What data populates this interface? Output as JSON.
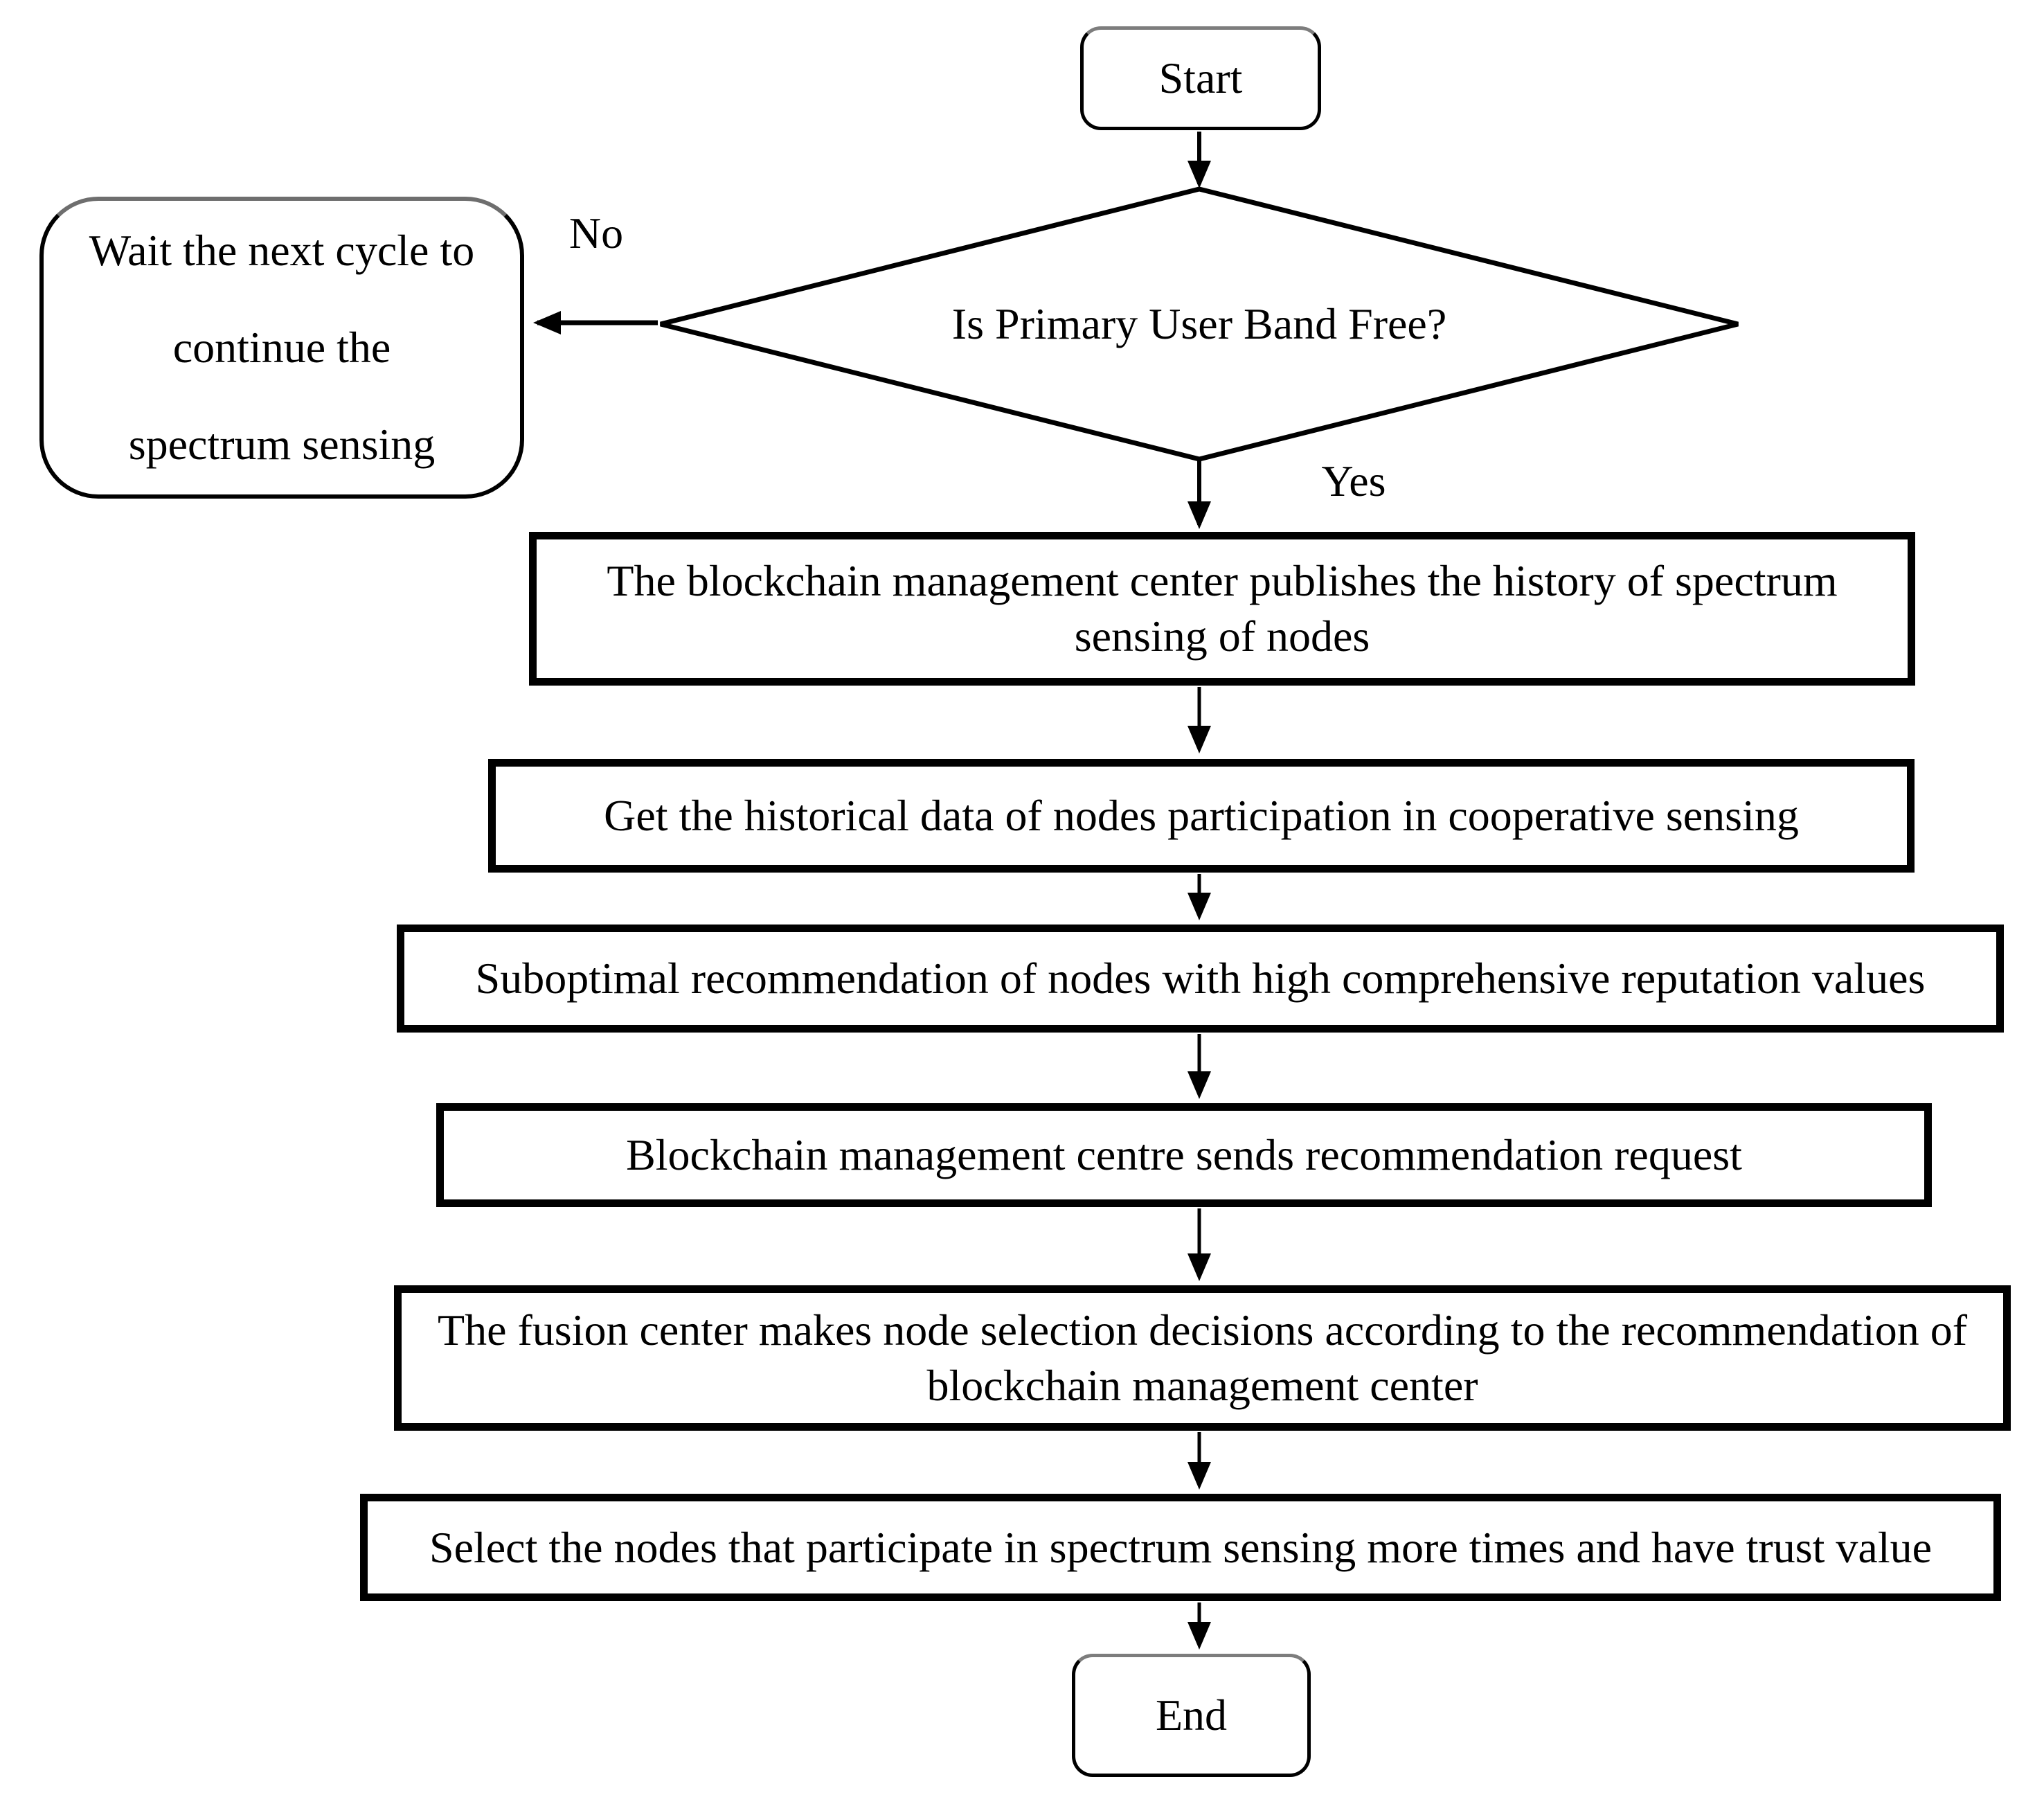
{
  "figure": {
    "background_color": "#ffffff",
    "ink_color": "#000000",
    "start_label": "Start",
    "decision_label": "Is Primary User Band Free?",
    "no_label": "No",
    "yes_label": "Yes",
    "wait_lines": [
      "Wait the next cycle to",
      "continue the",
      "spectrum sensing"
    ],
    "steps": [
      {
        "lines": [
          "The blockchain management center publishes the history of spectrum",
          "sensing of nodes"
        ]
      },
      {
        "lines": [
          "Get the historical data of nodes participation in cooperative sensing"
        ]
      },
      {
        "lines": [
          "Suboptimal recommendation of nodes with high comprehensive reputation values"
        ]
      },
      {
        "lines": [
          "Blockchain management centre sends recommendation request"
        ]
      },
      {
        "lines": [
          "The fusion center makes node selection decisions according to the recommendation of",
          "blockchain management center"
        ]
      },
      {
        "lines": [
          "Select the nodes that participate in spectrum sensing more times and have trust value"
        ]
      }
    ],
    "end_label": "End"
  }
}
